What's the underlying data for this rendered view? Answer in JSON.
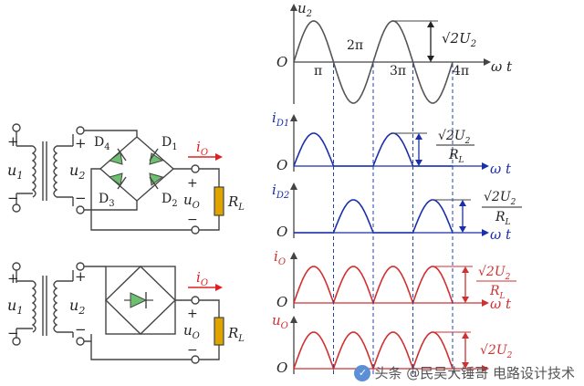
{
  "labels": {
    "u1": "u",
    "u1_sub": "1",
    "u2": "u",
    "u2_sub": "2",
    "plus": "+",
    "minus": "−",
    "d1": "D",
    "d1_sub": "1",
    "d2": "D",
    "d2_sub": "2",
    "d3": "D",
    "d3_sub": "3",
    "d4": "D",
    "d4_sub": "4",
    "io": "i",
    "io_sub": "O",
    "uo": "u",
    "uo_sub": "O",
    "rl": "R",
    "rl_sub": "L"
  },
  "waveforms": {
    "origin": "O",
    "t": "t",
    "omega": "ω",
    "pi": "π",
    "two_pi": "2π",
    "three_pi": "3π",
    "four_pi": "4π",
    "u2_axis": "u",
    "u2_axis_sub": "2",
    "id1_axis": "i",
    "id1_axis_sub": "D1",
    "id2_axis": "i",
    "id2_axis_sub": "D2",
    "io_axis": "i",
    "io_axis_sub": "O",
    "uo_axis": "u",
    "uo_axis_sub": "O",
    "amp_u": "√2U",
    "amp_u_sub": "2",
    "amp_frac_num": "√2U",
    "amp_frac_num_sub": "2",
    "amp_frac_den": "R",
    "amp_frac_den_sub": "L"
  },
  "colors": {
    "circuit": "#444444",
    "diode_fill": "#6cc070",
    "resistor_fill": "#e0a400",
    "arrow_red": "#e02020",
    "u2_wave": "#555555",
    "id_wave": "#1a2faa",
    "io_wave": "#d03030",
    "uo_wave": "#d03030",
    "dash": "#2244aa"
  },
  "watermark": {
    "text": "头条 @民吴大锤哥 电路设计技术"
  }
}
